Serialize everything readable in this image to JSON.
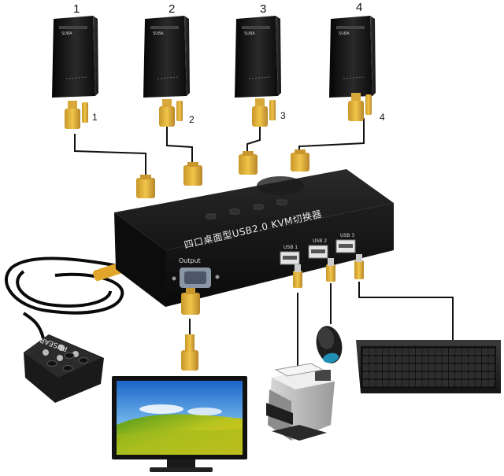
{
  "pc_labels": [
    "1",
    "2",
    "3",
    "4"
  ],
  "connector_labels": [
    "1",
    "2",
    "3",
    "4"
  ],
  "switch": {
    "model_text": "四口桌面型USB2.0 KVM切换器",
    "output_label": "Output",
    "usb_port_labels": [
      "USB 1",
      "USB 2",
      "USB 3"
    ]
  },
  "remote": {
    "brand_text": "RUSEAR"
  },
  "tower_brand_text": "SUBA",
  "colors": {
    "connector": "#e0b43a",
    "device_black": "#1a1a1a",
    "cable": "#111111"
  },
  "icons": [
    "pc-tower-icon",
    "vga-connector-icon",
    "usb-connector-icon",
    "monitor-icon",
    "printer-icon",
    "mouse-icon",
    "keyboard-icon",
    "remote-switch-icon"
  ]
}
